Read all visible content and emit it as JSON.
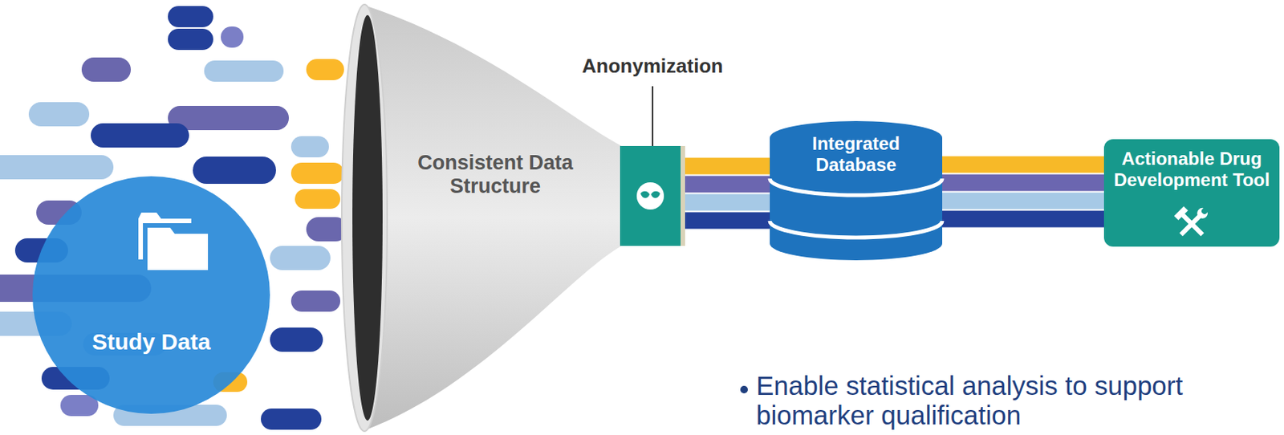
{
  "diagram": {
    "nodes": [
      {
        "text": [
          "Study Data"
        ]
      },
      {
        "text": [
          "Consistent Data Structure"
        ]
      },
      {
        "text": [
          "Anonymization"
        ]
      },
      {
        "text": [
          "Integrated Database"
        ]
      },
      {
        "text": [
          "Actionable Drug Development Tool"
        ]
      }
    ],
    "edges": [
      {
        "from": 2,
        "to": 3,
        "arrow": "none"
      },
      {
        "from": 3,
        "to": 4,
        "arrow": "none"
      }
    ],
    "labels": [
      "Enable statistical analysis to support biomarker qualification"
    ]
  }
}
